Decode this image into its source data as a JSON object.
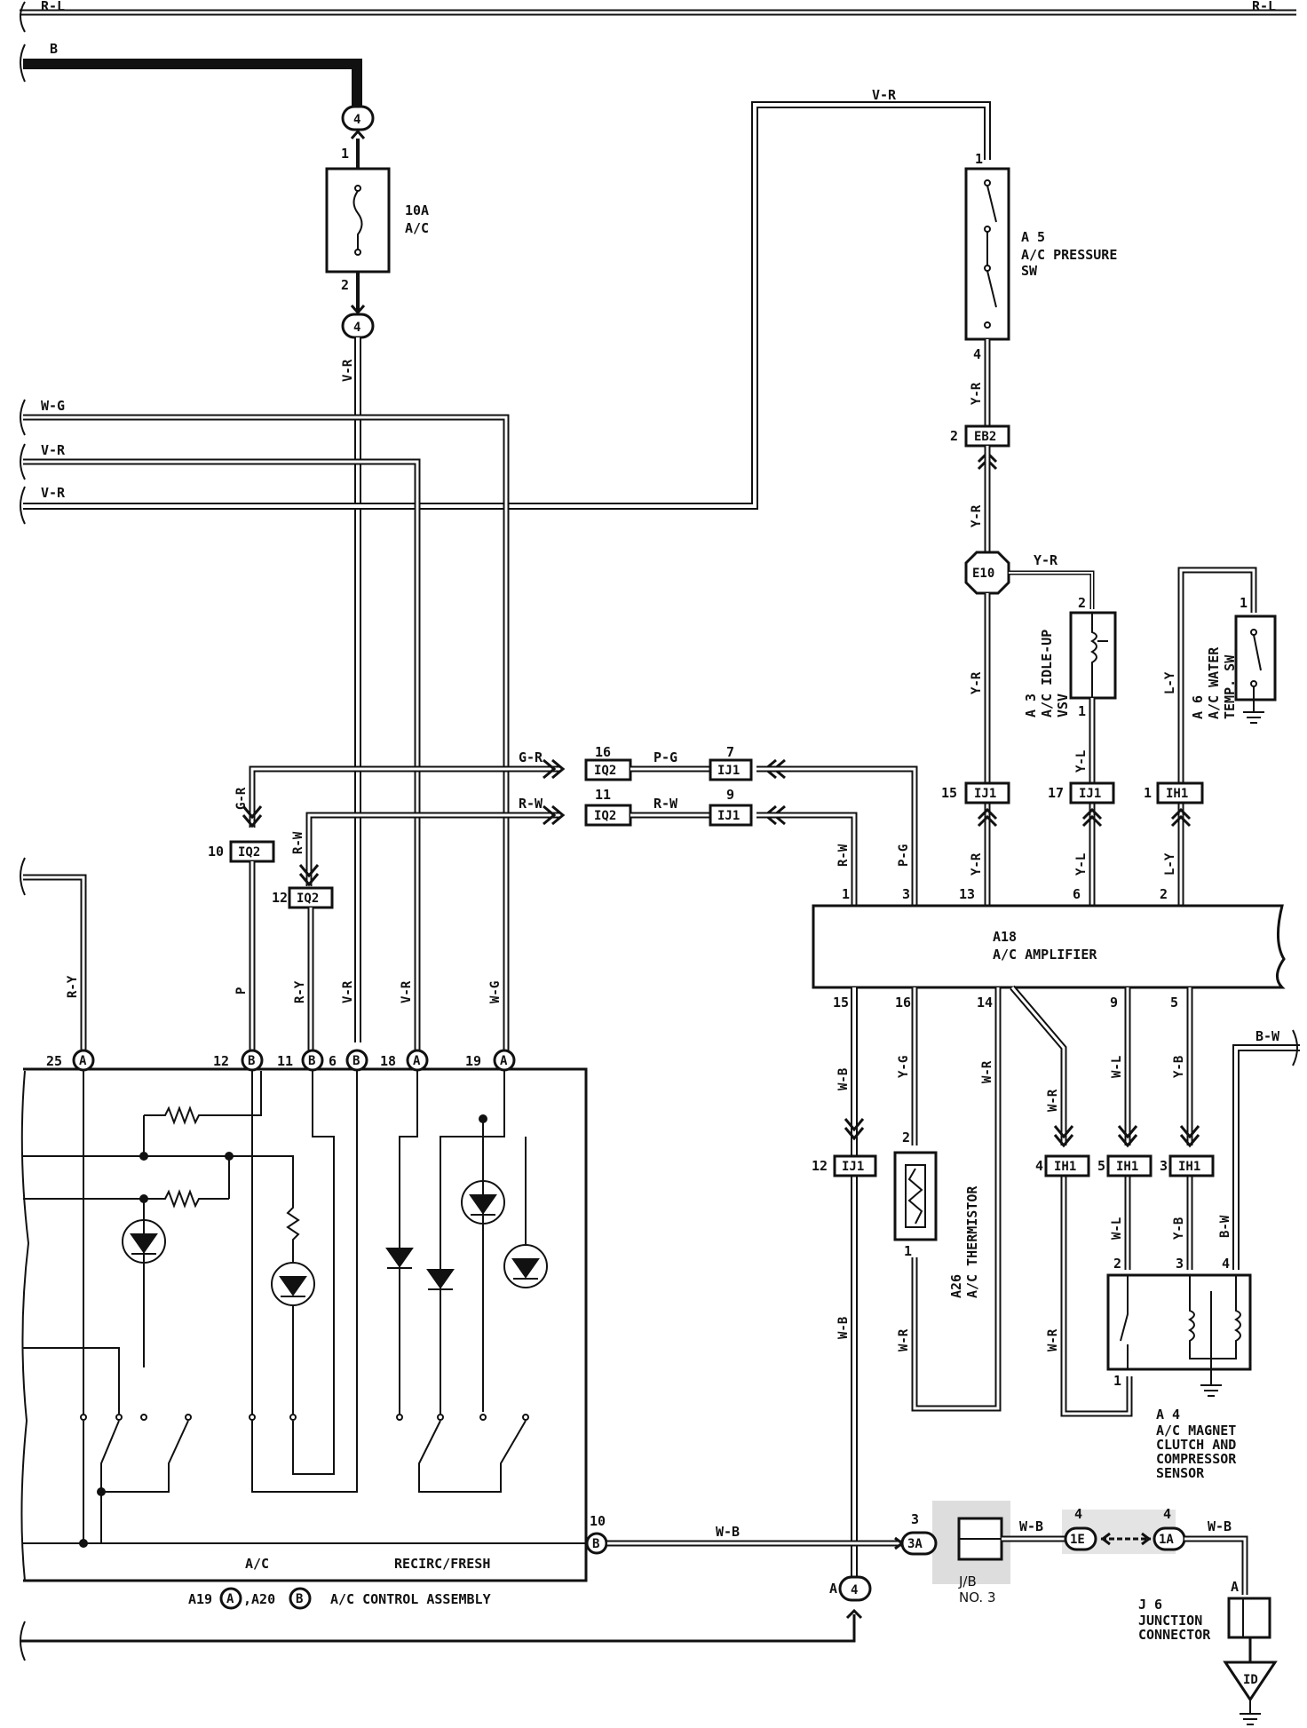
{
  "wires": {
    "r_l_left": "R-L",
    "r_l_right": "R-L",
    "b_top": "B",
    "v_r_top": "V-R",
    "v_r_fuse": "V-R",
    "w_g_left": "W-G",
    "v_r_left1": "V-R",
    "v_r_left2": "V-R",
    "y_r_1": "Y-R",
    "y_r_2": "Y-R",
    "y_r_3": "Y-R",
    "y_r_4": "Y-R",
    "y_r_e10": "Y-R",
    "y_l_1": "Y-L",
    "y_l_2": "Y-L",
    "l_y_1": "L-Y",
    "l_y_2": "L-Y",
    "g_r_1": "G-R",
    "g_r_2": "G-R",
    "p_g_1": "P-G",
    "p_g_2": "P-G",
    "r_w_1": "R-W",
    "r_w_2": "R-W",
    "r_w_3": "R-W",
    "r_w_4": "R-W",
    "r_y_left": "R-Y",
    "p_left": "P",
    "r_y_mid": "R-Y",
    "v_r_mid1": "V-R",
    "v_r_mid2": "V-R",
    "w_g_mid": "W-G",
    "w_b_1": "W-B",
    "w_b_2": "W-B",
    "w_b_3": "W-B",
    "w_b_4": "W-B",
    "w_b_5": "W-B",
    "y_g": "Y-G",
    "w_r_1": "W-R",
    "w_r_2": "W-R",
    "w_r_3": "W-R",
    "w_r_4": "W-R",
    "w_l_1": "W-L",
    "w_l_2": "W-L",
    "y_b_1": "Y-B",
    "y_b_2": "Y-B",
    "b_w_1": "B-W",
    "b_w_2": "B-W"
  },
  "components": {
    "fuse": {
      "rating": "10A",
      "name": "A/C",
      "pin_top": "1",
      "pin_bottom": "2",
      "conn_top": "4",
      "conn_bottom": "4"
    },
    "pressure_sw": {
      "code": "A 5",
      "name": "A/C PRESSURE",
      "name2": "SW",
      "pin_top": "1",
      "pin_bottom": "4"
    },
    "eb2": {
      "label": "EB2",
      "pin": "2"
    },
    "e10": {
      "label": "E10"
    },
    "idle_up": {
      "code": "A 3",
      "name": "A/C IDLE-UP",
      "name2": "VSV",
      "pin_top": "2",
      "pin_bottom": "1"
    },
    "water_temp": {
      "code": "A 6",
      "name": "A/C WATER",
      "name2": "TEMP. SW",
      "pin": "1"
    },
    "amplifier": {
      "code": "A18",
      "name": "A/C AMPLIFIER"
    },
    "thermistor": {
      "code": "A26",
      "name": "A/C THERMISTOR",
      "pin_top": "2",
      "pin_bottom": "1"
    },
    "magnet_clutch": {
      "code": "A 4",
      "line1": "A/C MAGNET",
      "line2": "CLUTCH AND",
      "line3": "COMPRESSOR",
      "line4": "SENSOR",
      "pin_2": "2",
      "pin_3": "3",
      "pin_4": "4",
      "pin_1": "1"
    },
    "control": {
      "label_ac": "A/C",
      "label_recirc": "RECIRC/FRESH",
      "caption_a19": "A19",
      "caption_a": "A",
      "caption_a20": ",A20",
      "caption_b": "B",
      "caption_rest": "A/C CONTROL ASSEMBLY"
    },
    "jb": {
      "name": "J/B",
      "no": "NO. 3",
      "conn": "3A",
      "pin": "3"
    },
    "j6": {
      "code": "J 6",
      "line1": "JUNCTION",
      "line2": "CONNECTOR",
      "pin": "A"
    },
    "ground_id": "ID"
  },
  "connectors": {
    "iq2_a": {
      "label": "IQ2",
      "pin": "16"
    },
    "iq2_b": {
      "label": "IQ2",
      "pin": "11"
    },
    "iq2_c": {
      "label": "IQ2",
      "pin": "10"
    },
    "iq2_d": {
      "label": "IQ2",
      "pin": "12"
    },
    "ij1_a": {
      "label": "IJ1",
      "pin": "7"
    },
    "ij1_b": {
      "label": "IJ1",
      "pin": "9"
    },
    "ij1_c": {
      "label": "IJ1",
      "pin": "15"
    },
    "ij1_d": {
      "label": "IJ1",
      "pin": "17"
    },
    "ih1_a": {
      "label": "IH1",
      "pin": "1"
    },
    "ij1_e": {
      "label": "IJ1",
      "pin": "12"
    },
    "ih1_b": {
      "label": "IH1",
      "pin": "4"
    },
    "ih1_c": {
      "label": "IH1",
      "pin": "5"
    },
    "ih1_d": {
      "label": "IH1",
      "pin": "3"
    },
    "e1": {
      "label": "1E",
      "pin": "4"
    },
    "a1": {
      "label": "1A",
      "pin": "4"
    },
    "junction_4": {
      "label": "4",
      "pin": "A"
    }
  },
  "amp_pins": {
    "top": [
      "1",
      "3",
      "13",
      "6",
      "2"
    ],
    "bottom": [
      "15",
      "16",
      "14",
      "9",
      "5"
    ]
  },
  "control_pins": {
    "p25": "25",
    "p12": "12",
    "p11": "11",
    "p6": "6",
    "p18": "18",
    "p19": "19",
    "p10": "10",
    "ca": "A",
    "cb": "B"
  }
}
